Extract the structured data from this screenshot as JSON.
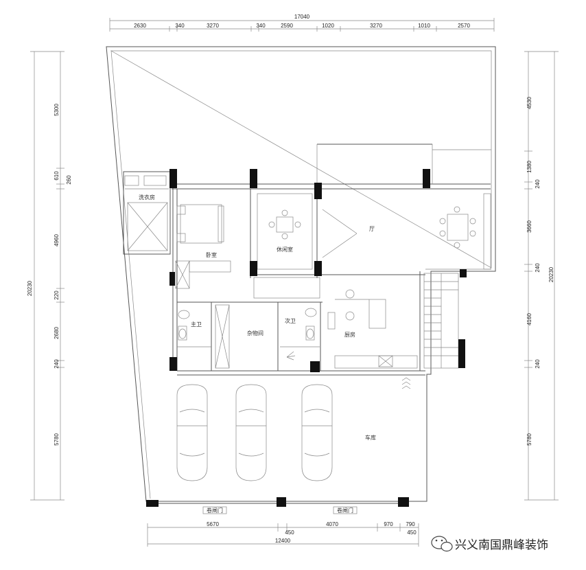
{
  "dimensions": {
    "top_total": "17040",
    "top_segments": [
      "2630",
      "340",
      "3270",
      "340",
      "2590",
      "1020",
      "3270",
      "1010",
      "2570"
    ],
    "bottom_segments": [
      "5670",
      "450",
      "4070",
      "970",
      "790",
      "450"
    ],
    "bottom_total": "12400",
    "left_total": "20230",
    "left_segments": [
      "5300",
      "610",
      "260",
      "4960",
      "220",
      "2680",
      "240",
      "5780"
    ],
    "right_total": "20230",
    "right_segments": [
      "4530",
      "1380",
      "240",
      "3660",
      "240",
      "4160",
      "240",
      "5780"
    ]
  },
  "rooms": {
    "laundry": "洗衣房",
    "bedroom": "卧室",
    "tea_room": "休闲室",
    "living": "厅",
    "master_bath": "主卫",
    "storage": "杂物间",
    "second_bath": "次卫",
    "kitchen": "厨房",
    "garage": "车库",
    "shutter_door_left": "卷闸门",
    "shutter_door_right": "卷闸门"
  },
  "watermark": {
    "icon": "wechat-icon",
    "text": "兴义南国鼎峰装饰"
  },
  "colors": {
    "line": "#555555",
    "column": "#111111"
  }
}
